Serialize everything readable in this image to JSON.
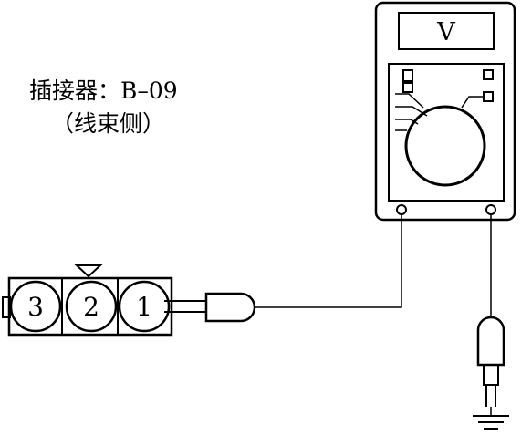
{
  "connector": {
    "title": "插接器：B–09",
    "subtitle": "（线束侧）",
    "pins": [
      "3",
      "2",
      "1"
    ]
  },
  "meter": {
    "display": "V"
  },
  "colors": {
    "ink": "#000000",
    "background": "#ffffff"
  },
  "icons": [
    "ground-icon",
    "probe-icon",
    "connector-key-icon"
  ]
}
